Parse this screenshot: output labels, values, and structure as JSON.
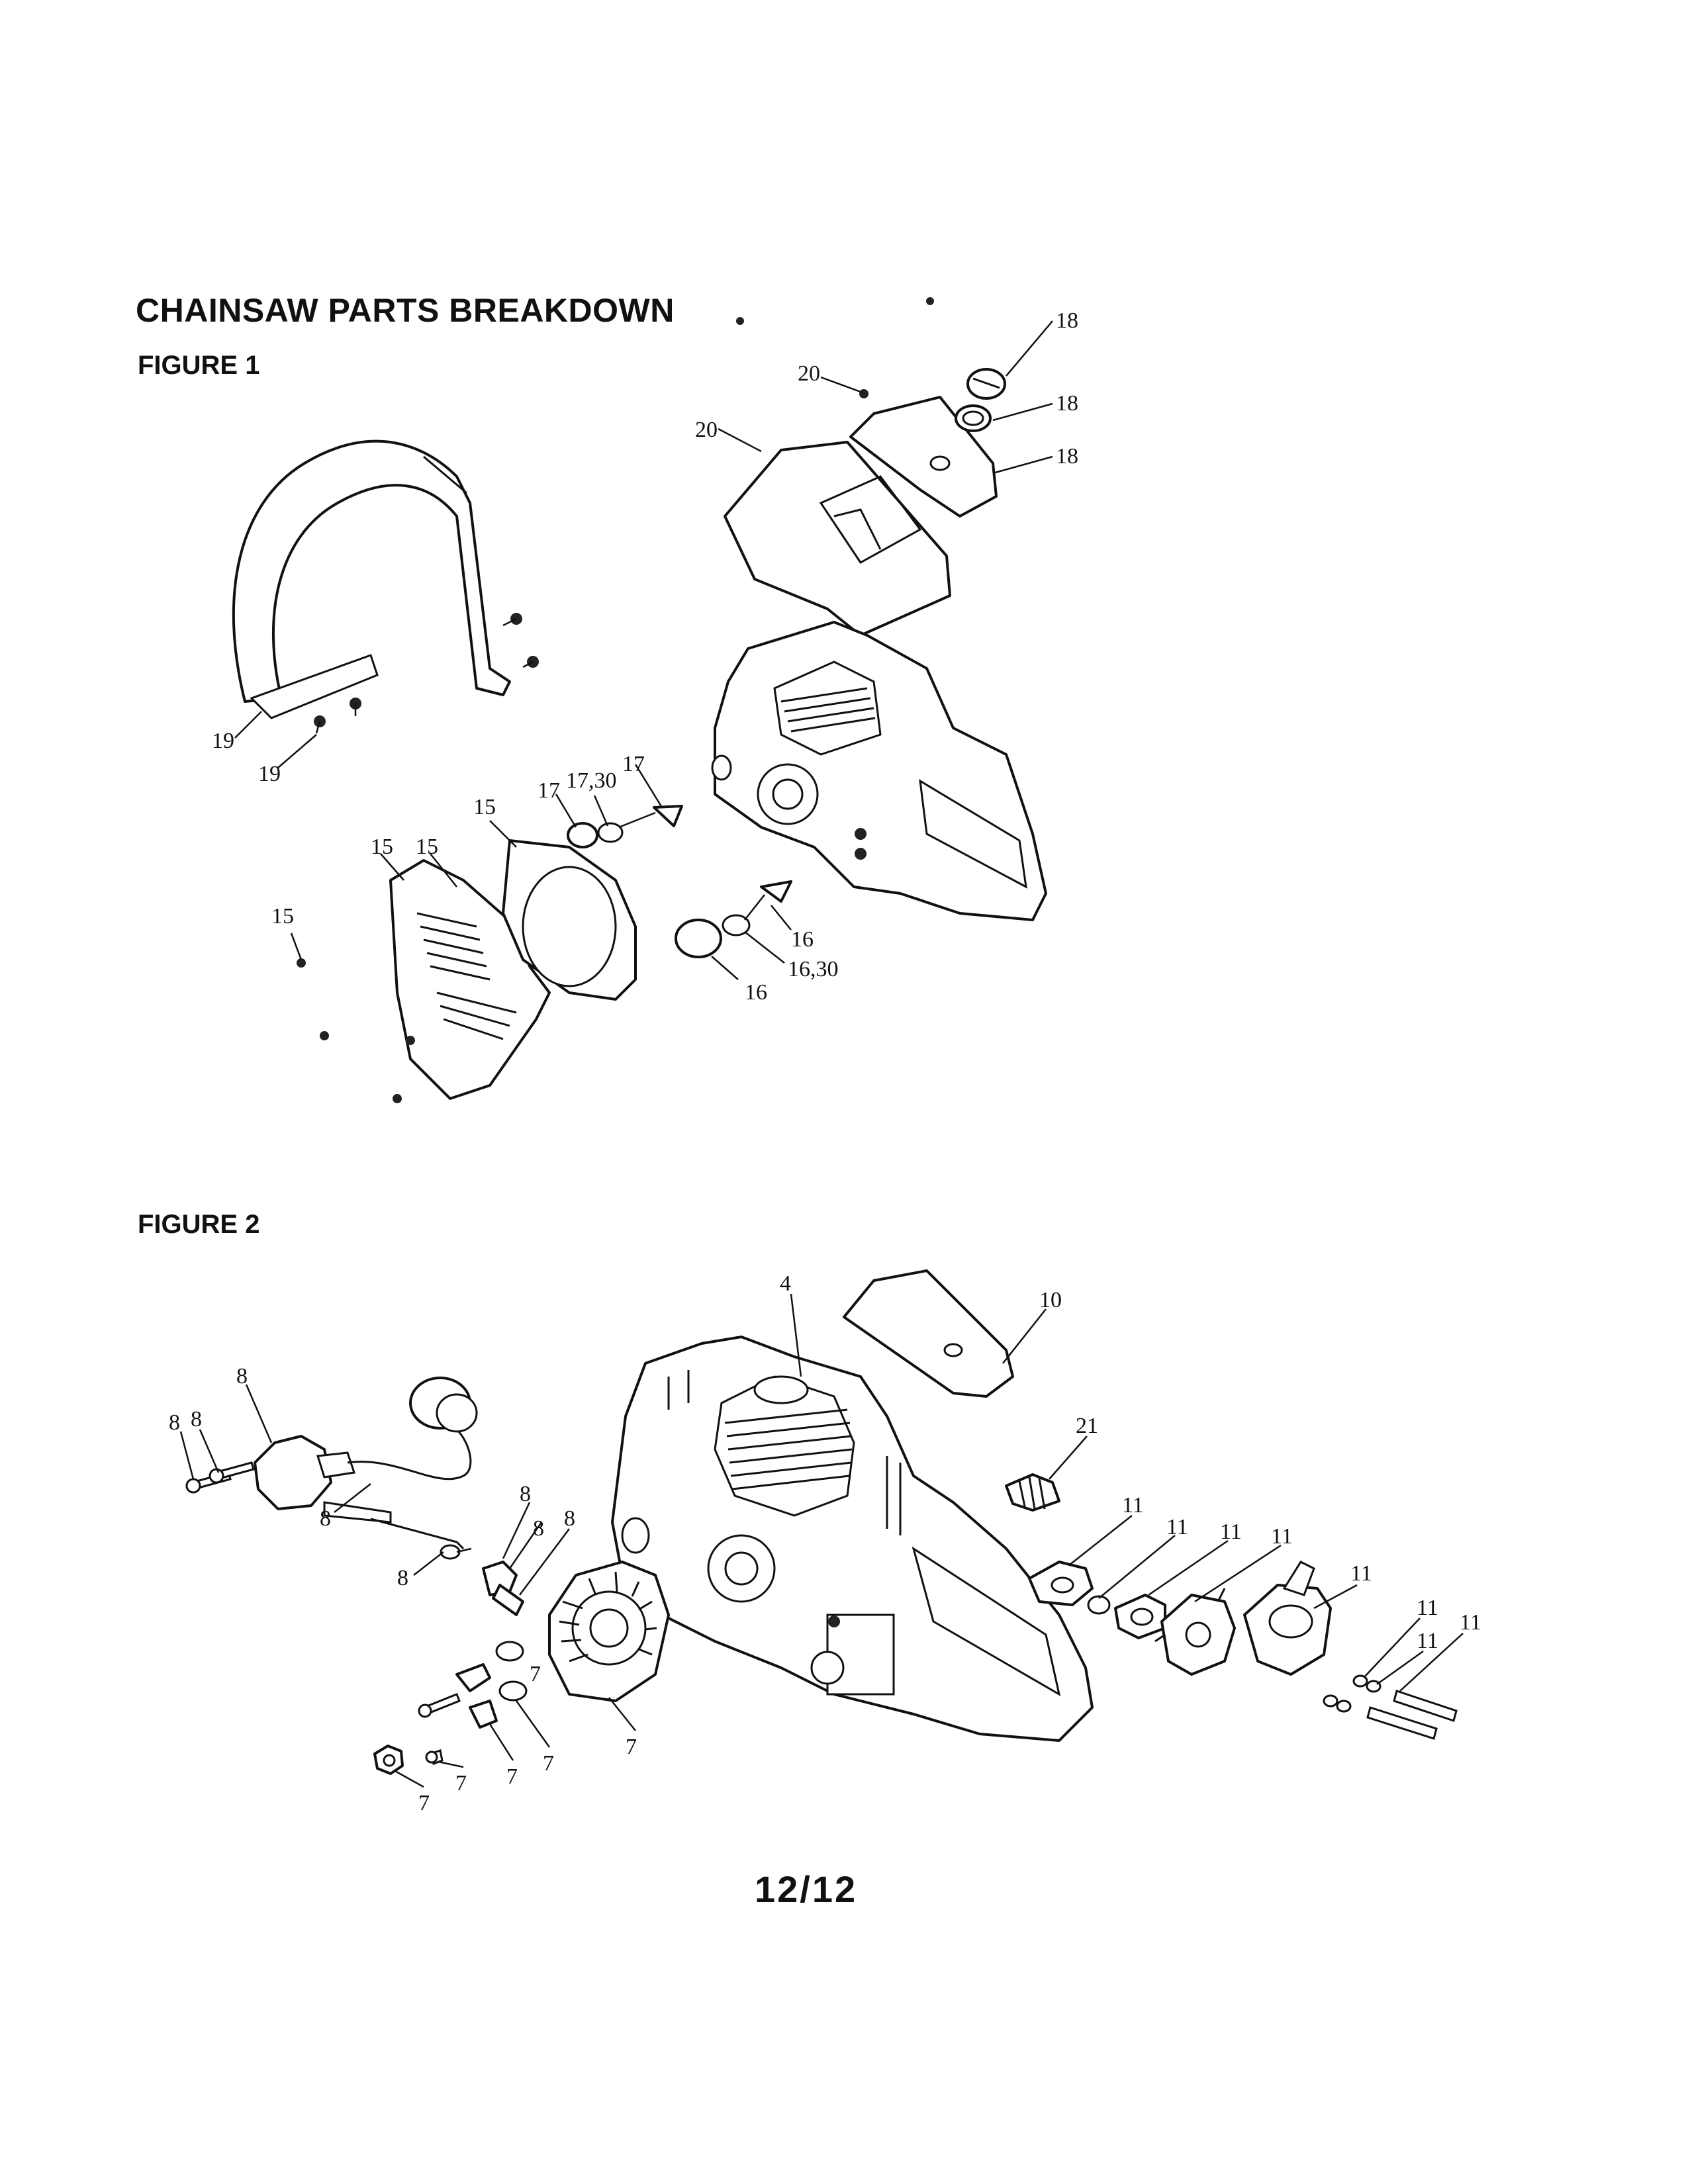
{
  "header": {
    "title": "CHAINSAW PARTS BREAKDOWN",
    "figure1_label": "FIGURE 1",
    "figure2_label": "FIGURE 2"
  },
  "footer": {
    "page_number": "12/12"
  },
  "figure1": {
    "callouts": [
      "20",
      "18",
      "18",
      "20",
      "18",
      "19",
      "19",
      "17",
      "17,30",
      "17",
      "15",
      "15",
      "15",
      "15",
      "16",
      "16",
      "16,30"
    ]
  },
  "figure2": {
    "callouts": [
      "4",
      "10",
      "8",
      "8",
      "8",
      "8",
      "8",
      "8",
      "8",
      "8",
      "21",
      "11",
      "11",
      "11",
      "11",
      "11",
      "11",
      "11",
      "11",
      "7",
      "7",
      "7",
      "7",
      "7",
      "7"
    ]
  }
}
